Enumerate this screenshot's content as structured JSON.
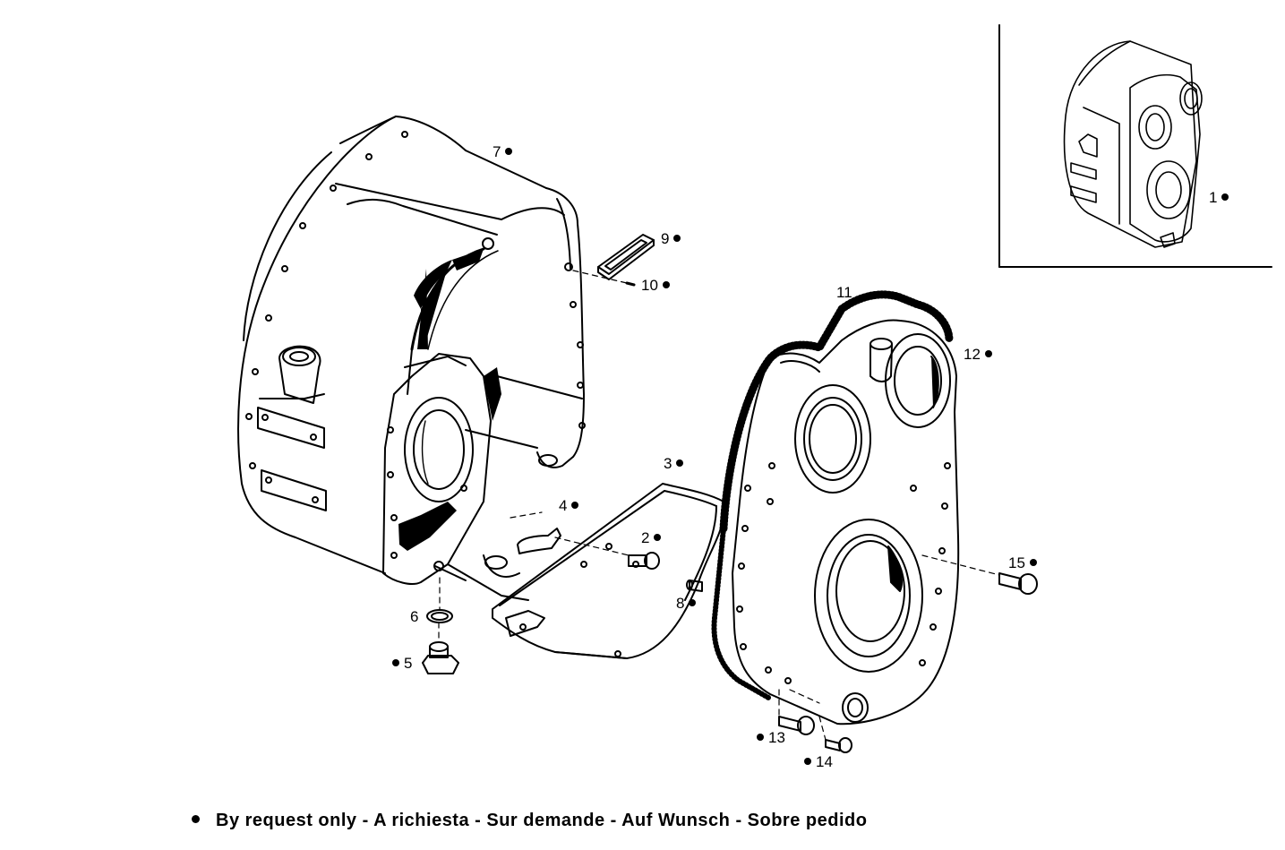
{
  "callouts": {
    "c1": "1",
    "c2": "2",
    "c3": "3",
    "c4": "4",
    "c5": "5",
    "c6": "6",
    "c7": "7",
    "c8": "8",
    "c9": "9",
    "c10": "10",
    "c11": "11",
    "c12": "12",
    "c13": "13",
    "c14": "14",
    "c15": "15"
  },
  "legend": {
    "text": "By request only - A richiesta - Sur demande - Auf Wunsch - Sobre pedido"
  }
}
